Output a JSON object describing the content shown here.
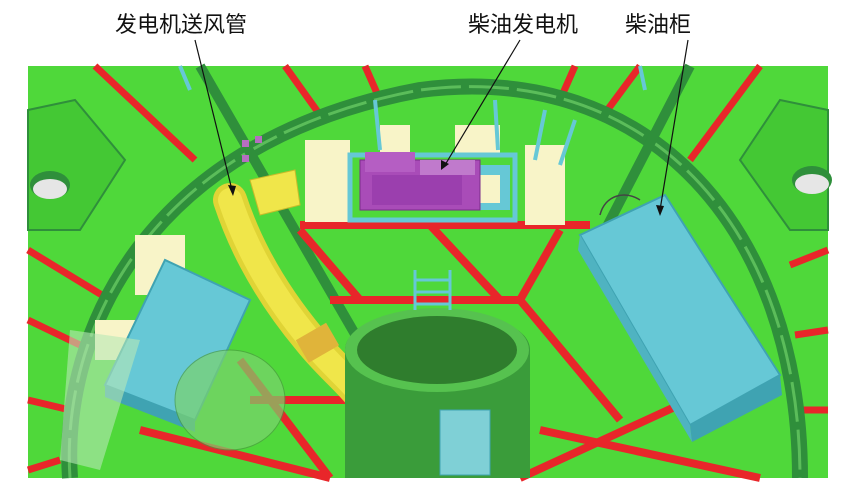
{
  "labels": {
    "duct": "发电机送风管",
    "generator": "柴油发电机",
    "tank": "柴油柜"
  },
  "colors": {
    "floor": "#4fd83a",
    "beam": "#e8262a",
    "wall": "#2f8f3b",
    "equipment": "#66c8d6",
    "generator": "#a94cb8",
    "duct": "#f0e64a",
    "pad": "#f8f4c8"
  }
}
